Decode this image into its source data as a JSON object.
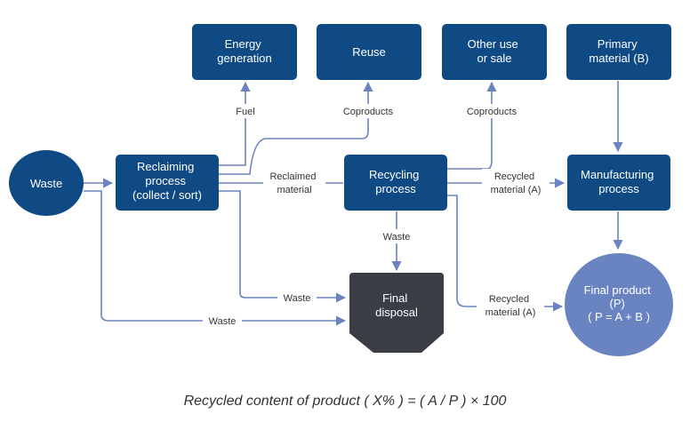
{
  "colors": {
    "node": "#0f4a84",
    "final_product": "#6a84c1",
    "disposal": "#3a3d45",
    "arrow": "#6b84c0"
  },
  "nodes": {
    "energy": [
      "Energy",
      "generation"
    ],
    "reuse": [
      "Reuse"
    ],
    "other": [
      "Other use",
      "or sale"
    ],
    "primary": [
      "Primary",
      "material (B)"
    ],
    "waste": [
      "Waste"
    ],
    "reclaiming": [
      "Reclaiming",
      "process",
      "(collect / sort)"
    ],
    "recycling": [
      "Recycling",
      "process"
    ],
    "manufacturing": [
      "Manufacturing",
      "process"
    ],
    "final_disposal": [
      "Final",
      "disposal"
    ],
    "final_product": [
      "Final product",
      "(P)",
      "( P = A + B )"
    ]
  },
  "edge_labels": {
    "fuel": [
      "Fuel"
    ],
    "coproducts_reuse": [
      "Coproducts"
    ],
    "coproducts_other": [
      "Coproducts"
    ],
    "reclaimed_material": [
      "Reclaimed",
      "material"
    ],
    "recycled_a_manufacturing": [
      "Recycled",
      "material (A)"
    ],
    "waste_recycling": [
      "Waste"
    ],
    "waste_reclaiming": [
      "Waste"
    ],
    "waste_source": [
      "Waste"
    ],
    "recycled_a_product": [
      "Recycled",
      "material (A)"
    ]
  },
  "formula": "Recycled content of product ( X% ) = ( A / P ) × 100"
}
